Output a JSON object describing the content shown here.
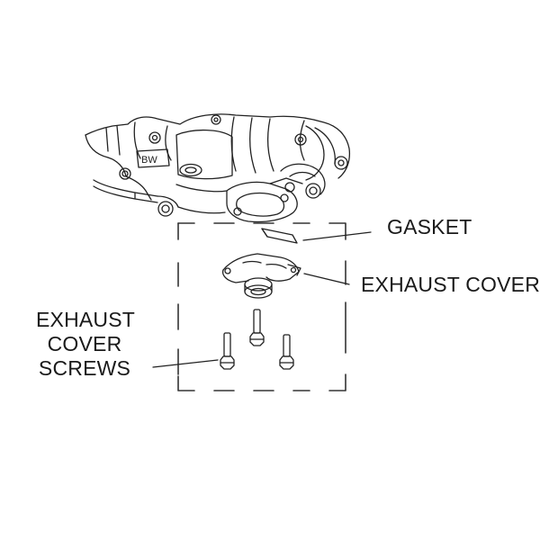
{
  "engine": {
    "casting_mark": "BW"
  },
  "callouts": {
    "gasket": "GASKET",
    "exhaust_cover": "EXHAUST COVER",
    "exhaust_cover_screws": [
      "EXHAUST",
      "COVER",
      "SCREWS"
    ]
  },
  "colors": {
    "line": "#222222",
    "background": "#ffffff"
  }
}
